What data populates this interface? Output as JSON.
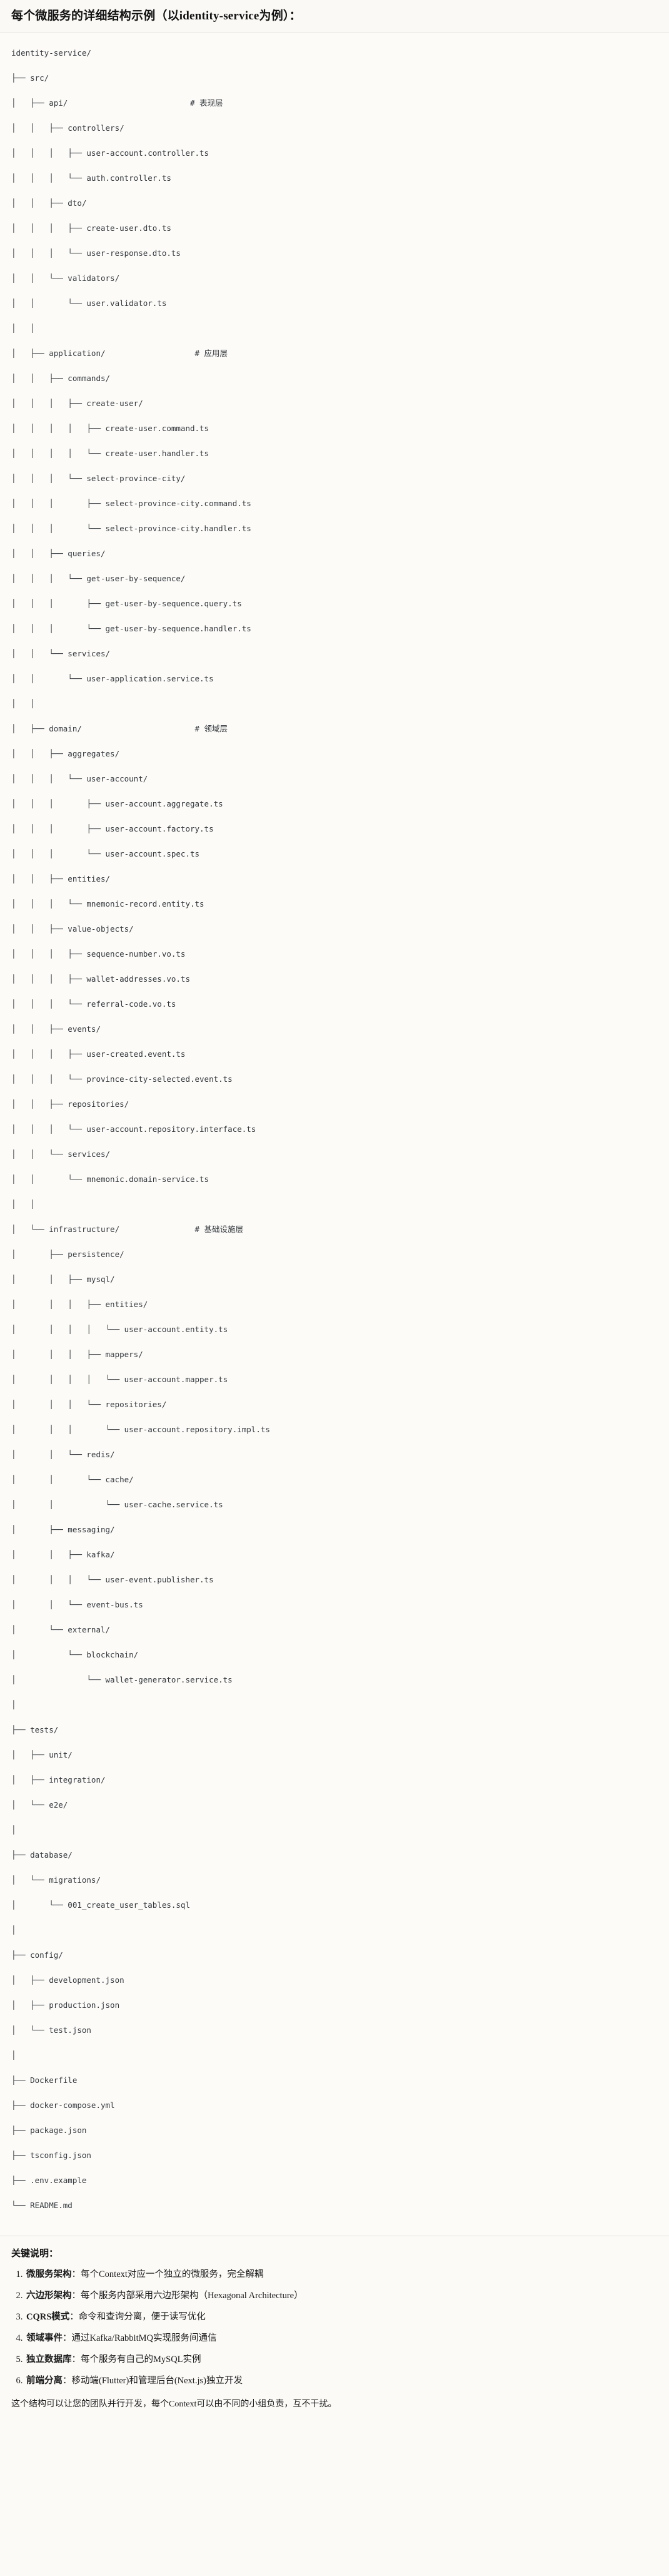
{
  "header": {
    "title": "每个微服务的详细结构示例（以identity-service为例）："
  },
  "tree": {
    "root": "identity-service/",
    "lines": [
      "identity-service/",
      "├── src/",
      "│   ├── api/                          # 表现层",
      "│   │   ├── controllers/",
      "│   │   │   ├── user-account.controller.ts",
      "│   │   │   └── auth.controller.ts",
      "│   │   ├── dto/",
      "│   │   │   ├── create-user.dto.ts",
      "│   │   │   └── user-response.dto.ts",
      "│   │   └── validators/",
      "│   │       └── user.validator.ts",
      "│   │",
      "│   ├── application/                   # 应用层",
      "│   │   ├── commands/",
      "│   │   │   ├── create-user/",
      "│   │   │   │   ├── create-user.command.ts",
      "│   │   │   │   └── create-user.handler.ts",
      "│   │   │   └── select-province-city/",
      "│   │   │       ├── select-province-city.command.ts",
      "│   │   │       └── select-province-city.handler.ts",
      "│   │   ├── queries/",
      "│   │   │   └── get-user-by-sequence/",
      "│   │   │       ├── get-user-by-sequence.query.ts",
      "│   │   │       └── get-user-by-sequence.handler.ts",
      "│   │   └── services/",
      "│   │       └── user-application.service.ts",
      "│   │",
      "│   ├── domain/                        # 领域层",
      "│   │   ├── aggregates/",
      "│   │   │   └── user-account/",
      "│   │   │       ├── user-account.aggregate.ts",
      "│   │   │       ├── user-account.factory.ts",
      "│   │   │       └── user-account.spec.ts",
      "│   │   ├── entities/",
      "│   │   │   └── mnemonic-record.entity.ts",
      "│   │   ├── value-objects/",
      "│   │   │   ├── sequence-number.vo.ts",
      "│   │   │   ├── wallet-addresses.vo.ts",
      "│   │   │   └── referral-code.vo.ts",
      "│   │   ├── events/",
      "│   │   │   ├── user-created.event.ts",
      "│   │   │   └── province-city-selected.event.ts",
      "│   │   ├── repositories/",
      "│   │   │   └── user-account.repository.interface.ts",
      "│   │   └── services/",
      "│   │       └── mnemonic.domain-service.ts",
      "│   │",
      "│   └── infrastructure/                # 基础设施层",
      "│       ├── persistence/",
      "│       │   ├── mysql/",
      "│       │   │   ├── entities/",
      "│       │   │   │   └── user-account.entity.ts",
      "│       │   │   ├── mappers/",
      "│       │   │   │   └── user-account.mapper.ts",
      "│       │   │   └── repositories/",
      "│       │   │       └── user-account.repository.impl.ts",
      "│       │   └── redis/",
      "│       │       └── cache/",
      "│       │           └── user-cache.service.ts",
      "│       ├── messaging/",
      "│       │   ├── kafka/",
      "│       │   │   └── user-event.publisher.ts",
      "│       │   └── event-bus.ts",
      "│       └── external/",
      "│           └── blockchain/",
      "│               └── wallet-generator.service.ts",
      "│",
      "├── tests/",
      "│   ├── unit/",
      "│   ├── integration/",
      "│   └── e2e/",
      "│",
      "├── database/",
      "│   └── migrations/",
      "│       └── 001_create_user_tables.sql",
      "│",
      "├── config/",
      "│   ├── development.json",
      "│   ├── production.json",
      "│   └── test.json",
      "│",
      "├── Dockerfile",
      "├── docker-compose.yml",
      "├── package.json",
      "├── tsconfig.json",
      "├── .env.example",
      "└── README.md"
    ]
  },
  "notes": {
    "heading": "关键说明：",
    "items": [
      {
        "term": "微服务架构",
        "sep": "：",
        "text": "每个Context对应一个独立的微服务，完全解耦"
      },
      {
        "term": "六边形架构",
        "sep": "：",
        "text": "每个服务内部采用六边形架构（Hexagonal Architecture）"
      },
      {
        "term": "CQRS模式",
        "sep": "：",
        "text": "命令和查询分离，便于读写优化"
      },
      {
        "term": "领域事件",
        "sep": "：",
        "text": "通过Kafka/RabbitMQ实现服务间通信"
      },
      {
        "term": "独立数据库",
        "sep": "：",
        "text": "每个服务有自己的MySQL实例"
      },
      {
        "term": "前端分离",
        "sep": "：",
        "text": "移动端(Flutter)和管理后台(Next.js)独立开发"
      }
    ],
    "closing": "这个结构可以让您的团队并行开发，每个Context可以由不同的小组负责，互不干扰。"
  }
}
